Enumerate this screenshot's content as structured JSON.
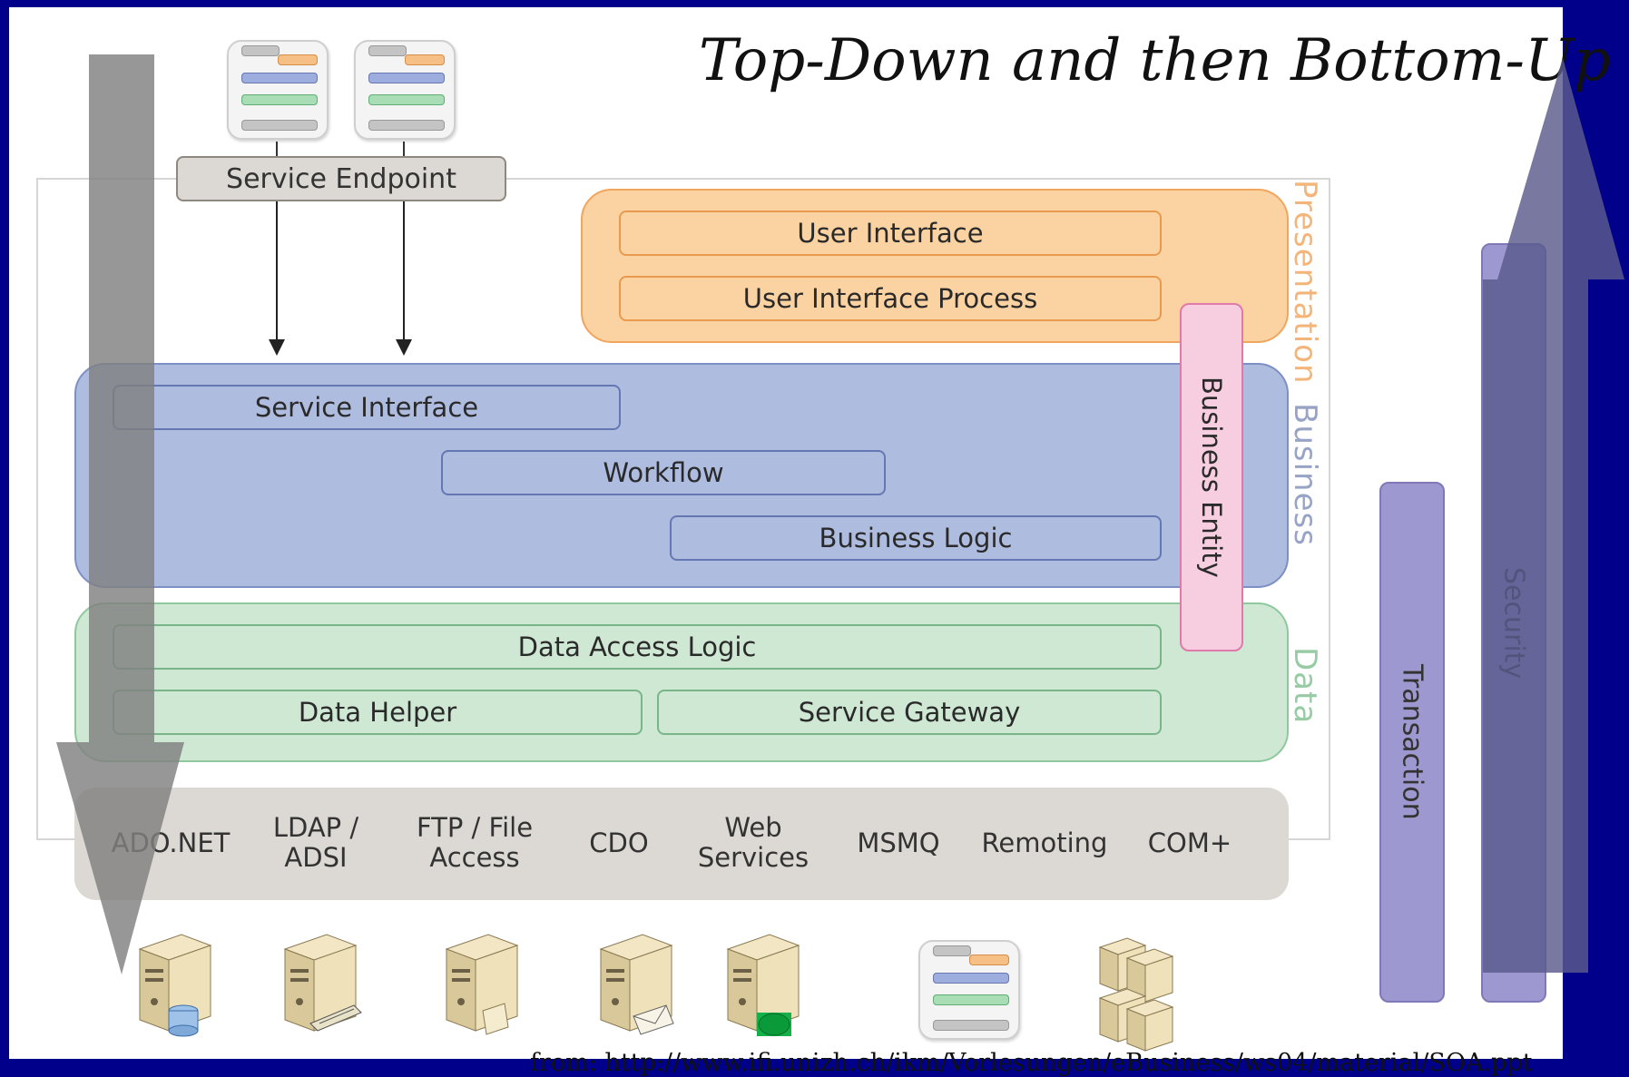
{
  "title": "Top-Down and then Bottom-Up",
  "service_endpoint": "Service Endpoint",
  "layers": {
    "presentation": {
      "label": "Presentation",
      "boxes": [
        "User Interface",
        "User Interface Process"
      ]
    },
    "business": {
      "label": "Business",
      "boxes": [
        "Service Interface",
        "Workflow",
        "Business Logic"
      ]
    },
    "data": {
      "label": "Data",
      "boxes": [
        "Data Access Logic",
        "Data Helper",
        "Service Gateway"
      ]
    }
  },
  "business_entity": "Business Entity",
  "technologies": [
    "ADO.NET",
    "LDAP / ADSI",
    "FTP / File Access",
    "CDO",
    "Web Services",
    "MSMQ",
    "Remoting",
    "COM+"
  ],
  "cross_cutting": {
    "transaction": "Transaction",
    "security": "Security"
  },
  "resources": [
    "database-server",
    "directory-server",
    "file-server",
    "mail-server",
    "queue-server",
    "service",
    "component-servers"
  ],
  "source": "from: http://www.ifi.unizh.ch/ikm/Vorlesungen/eBusiness/ws04/material/SOA.ppt",
  "colors": {
    "background": "#00008a",
    "presentation": "#fbd3a3",
    "business": "#aebcdf",
    "data": "#cfe8d4",
    "technology": "#dcd8d3",
    "business_entity": "#f7cde0",
    "cross_cutting": "#9d98cf",
    "down_arrow": "#808080",
    "up_arrow": "#5a5a8c"
  }
}
